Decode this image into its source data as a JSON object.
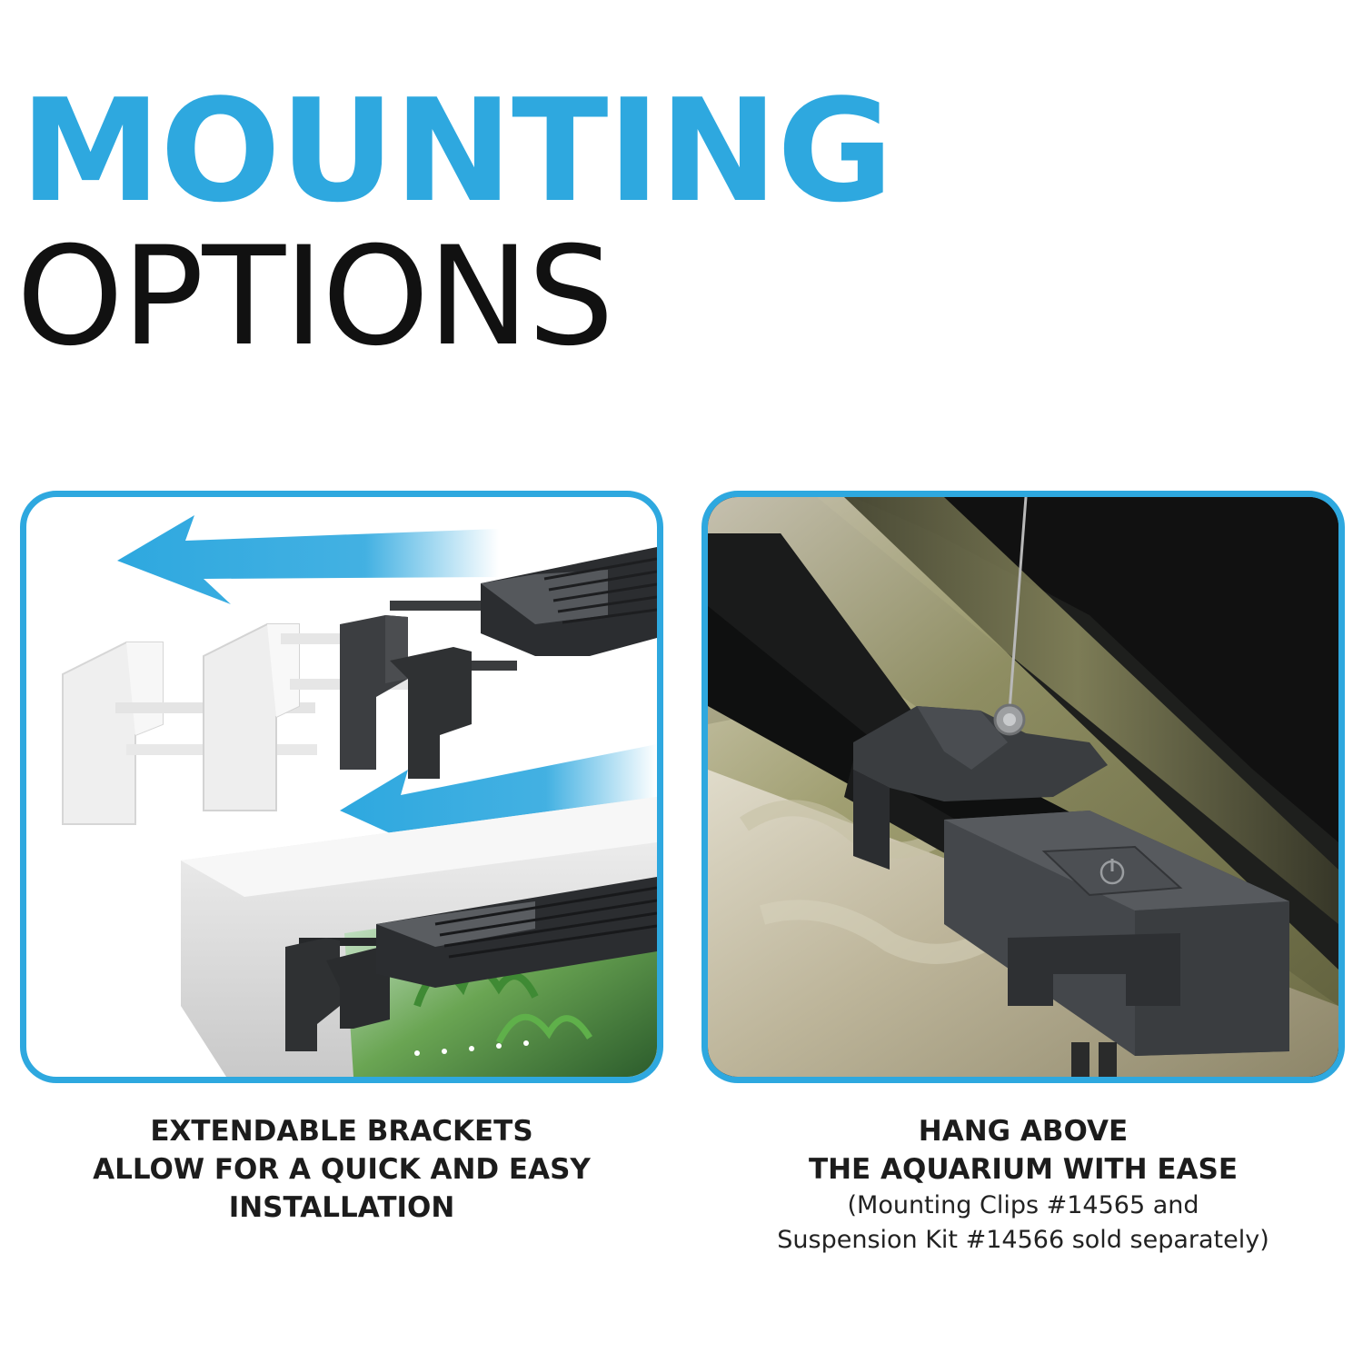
{
  "headline": {
    "line1": "MOUNTING",
    "line2": "OPTIONS"
  },
  "colors": {
    "accent_blue": "#2ea8df",
    "text_dark": "#111111",
    "bracket_dark": "#2f3133",
    "bracket_ghost": "#eeeeee"
  },
  "panels": [
    {
      "id": "extendable-brackets",
      "caption_lines": [
        "EXTENDABLE BRACKETS",
        "ALLOW FOR A QUICK AND EASY",
        "INSTALLATION"
      ]
    },
    {
      "id": "hang-above",
      "caption_lines": [
        "HANG ABOVE",
        "THE AQUARIUM WITH EASE"
      ],
      "note_lines": [
        "(Mounting Clips #14565 and",
        "Suspension Kit #14566 sold separately)"
      ],
      "icons": [
        "power-icon"
      ]
    }
  ]
}
